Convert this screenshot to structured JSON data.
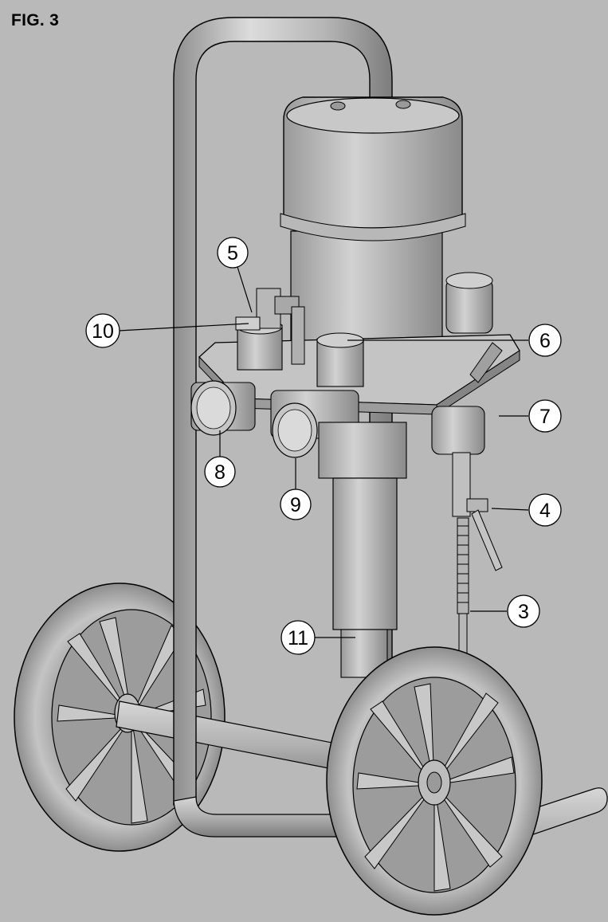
{
  "figure": {
    "title": "FIG. 3"
  },
  "callouts": [
    {
      "id": "5",
      "label": "5"
    },
    {
      "id": "10",
      "label": "10"
    },
    {
      "id": "6",
      "label": "6"
    },
    {
      "id": "7",
      "label": "7"
    },
    {
      "id": "8",
      "label": "8"
    },
    {
      "id": "9",
      "label": "9"
    },
    {
      "id": "4",
      "label": "4"
    },
    {
      "id": "3",
      "label": "3"
    },
    {
      "id": "11",
      "label": "11"
    }
  ],
  "colors": {
    "background": "#b9b9b9",
    "metal": "#a8a8a8",
    "outline": "#000000"
  }
}
